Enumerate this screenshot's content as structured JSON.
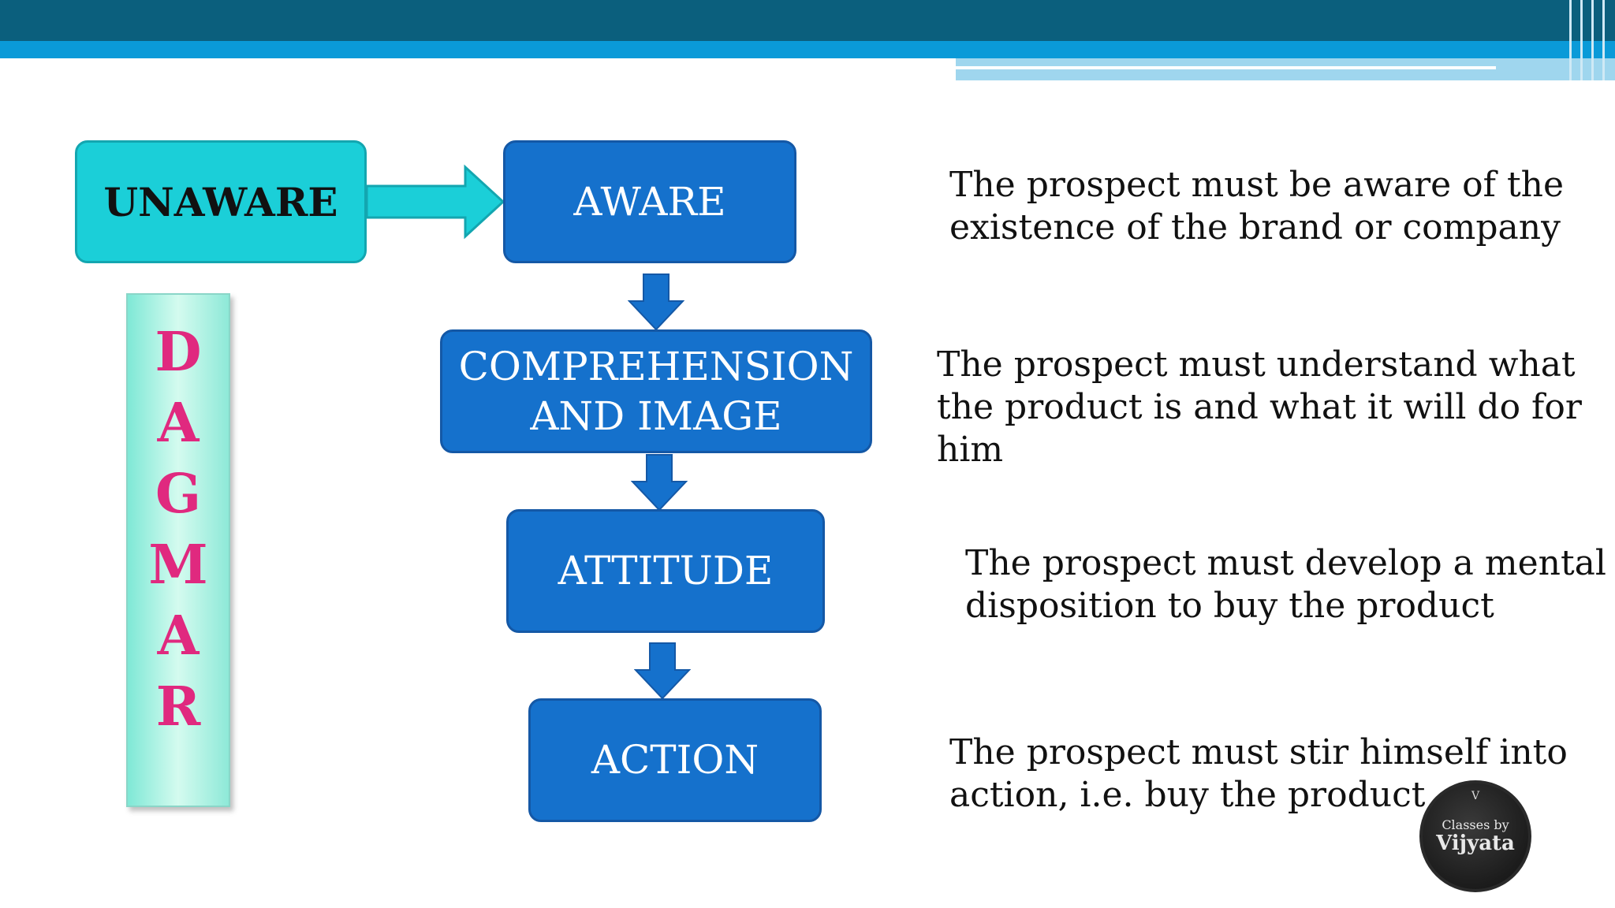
{
  "diagram": {
    "start_label": "UNAWARE",
    "steps": [
      "AWARE",
      "COMPREHENSION",
      "AND IMAGE",
      "ATTITUDE",
      "ACTION"
    ],
    "acronym_letters": [
      "D",
      "A",
      "G",
      "M",
      "A",
      "R"
    ]
  },
  "descriptions": {
    "aware": [
      "The prospect must be aware of the",
      "existence of the brand or company"
    ],
    "comprehension": [
      "The prospect must understand what",
      "the product is and what it will do for",
      "him"
    ],
    "attitude": [
      "The prospect must develop a mental",
      "disposition to buy the product"
    ],
    "action": [
      "The prospect must stir himself into",
      "action, i.e. buy the product"
    ]
  },
  "logo": {
    "line1": "Classes by",
    "line2": "Vijyata"
  },
  "colors": {
    "step_fill": "#1571cc",
    "start_fill": "#1bcfd8",
    "acronym_text": "#e0297f",
    "header_dark": "#0b5f7d",
    "header_blue": "#0a9ad8"
  }
}
